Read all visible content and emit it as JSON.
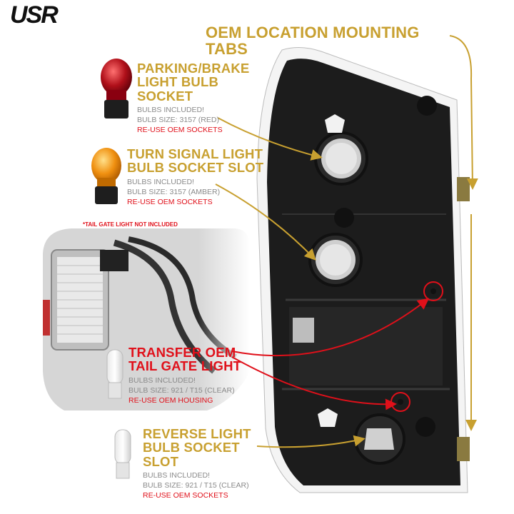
{
  "logo": {
    "text": "USR"
  },
  "colors": {
    "gold": "#c8a030",
    "red": "#e0101a",
    "grey": "#8a8a8a",
    "housing": "#1a1a1a"
  },
  "mounting_tabs": {
    "label": "OEM LOCATION MOUNTING TABS"
  },
  "parking_brake": {
    "title_line1": "PARKING/BRAKE",
    "title_line2": "LIGHT BULB SOCKET",
    "line1": "BULBS INCLUDED!",
    "line2": "BULB SIZE: 3157 (RED)",
    "line3": "RE-USE OEM SOCKETS"
  },
  "turn_signal": {
    "title_line1": "TURN SIGNAL LIGHT",
    "title_line2": "BULB SOCKET SLOT",
    "line1": "BULBS INCLUDED!",
    "line2": "BULB SIZE: 3157 (AMBER)",
    "line3": "RE-USE OEM SOCKETS"
  },
  "tailgate_note": {
    "text": "*TAIL GATE LIGHT NOT INCLUDED"
  },
  "tailgate": {
    "title_line1": "TRANSFER OEM",
    "title_line2": "TAIL GATE LIGHT",
    "line1": "BULBS INCLUDED!",
    "line2": "BULB SIZE: 921 / T15 (CLEAR)",
    "line3": "RE-USE OEM HOUSING"
  },
  "reverse": {
    "title_line1": "REVERSE LIGHT",
    "title_line2": "BULB SOCKET SLOT",
    "line1": "BULBS INCLUDED!",
    "line2": "BULB SIZE: 921 / T15 (CLEAR)",
    "line3": "RE-USE OEM SOCKETS"
  }
}
